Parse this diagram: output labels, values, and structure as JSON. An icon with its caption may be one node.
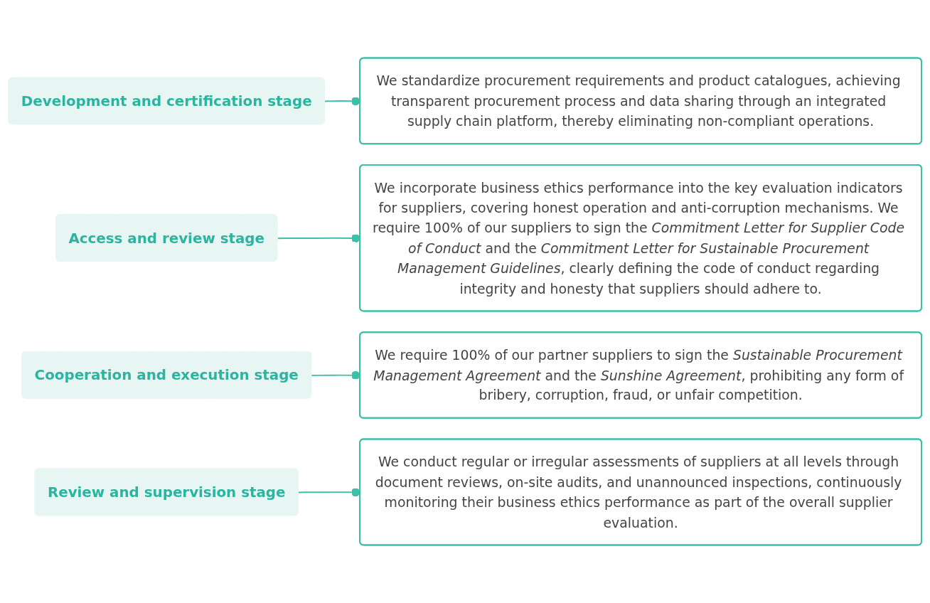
{
  "diagram": {
    "nodes": [
      {
        "text": [
          "Development and certification stage"
        ]
      },
      {
        "text": [
          "We standardize procurement requirements and product catalogues, achieving transparent procurement process and data sharing through an integrated supply chain platform, thereby eliminating non-compliant operations."
        ]
      },
      {
        "text": [
          "Access and review stage"
        ]
      },
      {
        "text": [
          "We incorporate business ethics performance into the key evaluation indicators for suppliers, covering honest operation and anti-corruption mechanisms. We require 100% of our suppliers to sign the *Commitment Letter for Supplier Code of Conduct* and the *Commitment Letter for Sustainable Procurement Management Guidelines*, clearly defining the code of conduct regarding integrity and honesty that suppliers should adhere to."
        ]
      },
      {
        "text": [
          "Cooperation and execution stage"
        ]
      },
      {
        "text": [
          "We require 100% of our partner suppliers to sign the *Sustainable Procurement Management Agreement* and the *Sunshine Agreement*, prohibiting any form of bribery, corruption, fraud, or unfair competition."
        ]
      },
      {
        "text": [
          "Review and supervision stage"
        ]
      },
      {
        "text": [
          "We conduct regular or irregular assessments of suppliers at all levels through document reviews, on-site audits, and unannounced inspections, continuously monitoring their business ethics performance as part of the overall supplier evaluation."
        ]
      }
    ],
    "edges": [
      {
        "from": 0,
        "to": 1,
        "arrow": "other"
      },
      {
        "from": 2,
        "to": 3,
        "arrow": "other"
      },
      {
        "from": 4,
        "to": 5,
        "arrow": "other"
      },
      {
        "from": 6,
        "to": 7,
        "arrow": "other"
      }
    ]
  }
}
